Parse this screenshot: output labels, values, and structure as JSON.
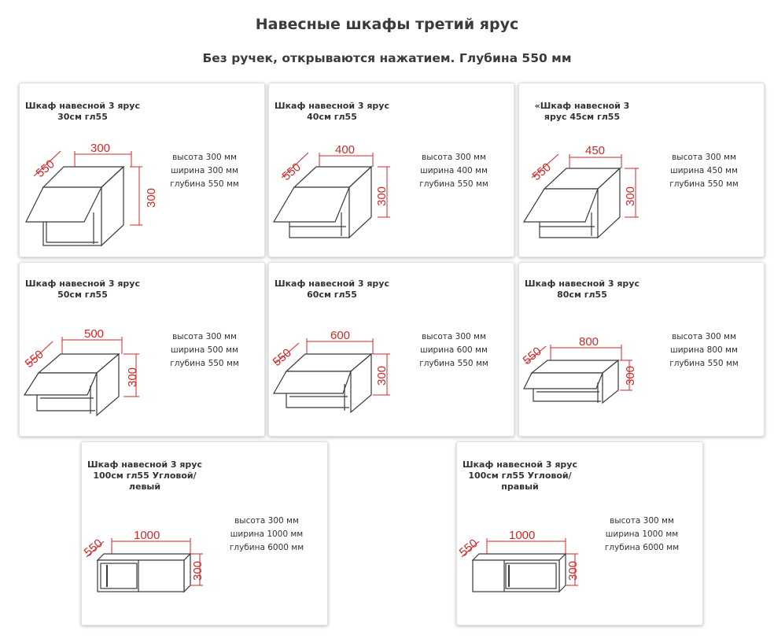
{
  "header": {
    "title": "Навесные шкафы третий ярус",
    "subtitle": "Без ручек, открываются нажатием. Глубина 550 мм"
  },
  "products": [
    {
      "title": "Шкаф навесной 3 ярус\n30см гл55",
      "width_dim": "300",
      "depth_dim": "550",
      "height_dim": "300",
      "specs": [
        "высота 300 мм",
        "ширина 300 мм",
        "глубина 550 мм"
      ]
    },
    {
      "title": "Шкаф навесной 3 ярус\n40см гл55",
      "width_dim": "400",
      "depth_dim": "550",
      "height_dim": "300",
      "specs": [
        "высота 300 мм",
        "ширина 400 мм",
        "глубина 550 мм"
      ]
    },
    {
      "title": "«Шкаф навесной 3\nярус 45см гл55",
      "width_dim": "450",
      "depth_dim": "550",
      "height_dim": "300",
      "specs": [
        "высота 300 мм",
        "ширина 450 мм",
        "глубина 550 мм"
      ]
    },
    {
      "title": "Шкаф навесной 3 ярус\n50см гл55",
      "width_dim": "500",
      "depth_dim": "550",
      "height_dim": "300",
      "specs": [
        "высота 300 мм",
        "ширина 500 мм",
        "глубина 550 мм"
      ]
    },
    {
      "title": "Шкаф навесной 3 ярус\n60см гл55",
      "width_dim": "600",
      "depth_dim": "550",
      "height_dim": "300",
      "specs": [
        "высота 300 мм",
        "ширина 600 мм",
        "глубина 550 мм"
      ]
    },
    {
      "title": "Шкаф навесной 3 ярус\n80см гл55",
      "width_dim": "800",
      "depth_dim": "550",
      "height_dim": "300",
      "specs": [
        "высота 300 мм",
        "ширина 800 мм",
        "глубина 550 мм"
      ]
    },
    {
      "title": "Шкаф навесной 3 ярус\n100см гл55 Угловой/\nлевый",
      "width_dim": "1000",
      "depth_dim": "550",
      "height_dim": "300",
      "specs": [
        "высота 300 мм",
        "ширина 1000 мм",
        "глубина 6000 мм"
      ]
    },
    {
      "title": "Шкаф навесной 3 ярус\n100см гл55 Угловой/\nправый",
      "width_dim": "1000",
      "depth_dim": "550",
      "height_dim": "300",
      "specs": [
        "высота 300 мм",
        "ширина 1000 мм",
        "глубина 6000 мм"
      ]
    }
  ]
}
